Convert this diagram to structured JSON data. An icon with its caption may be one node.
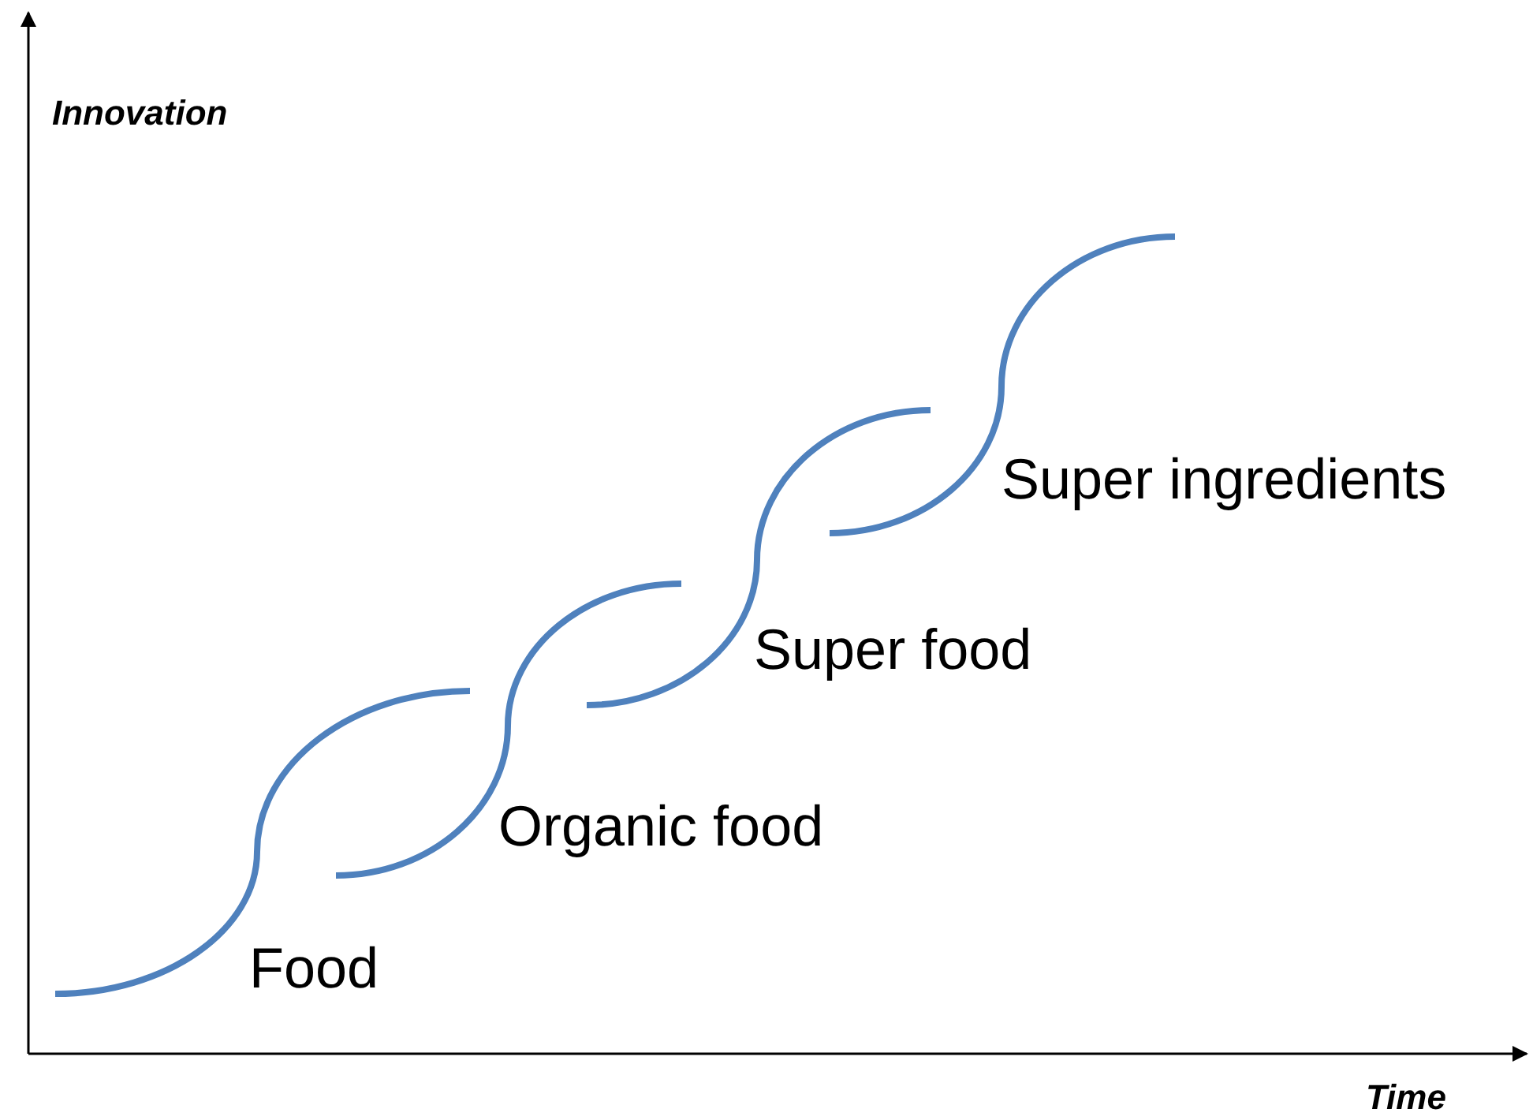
{
  "diagram": {
    "labels": [
      "Innovation",
      "Food",
      "Organic food",
      "Super food",
      "Super ingredients",
      "Time"
    ]
  }
}
